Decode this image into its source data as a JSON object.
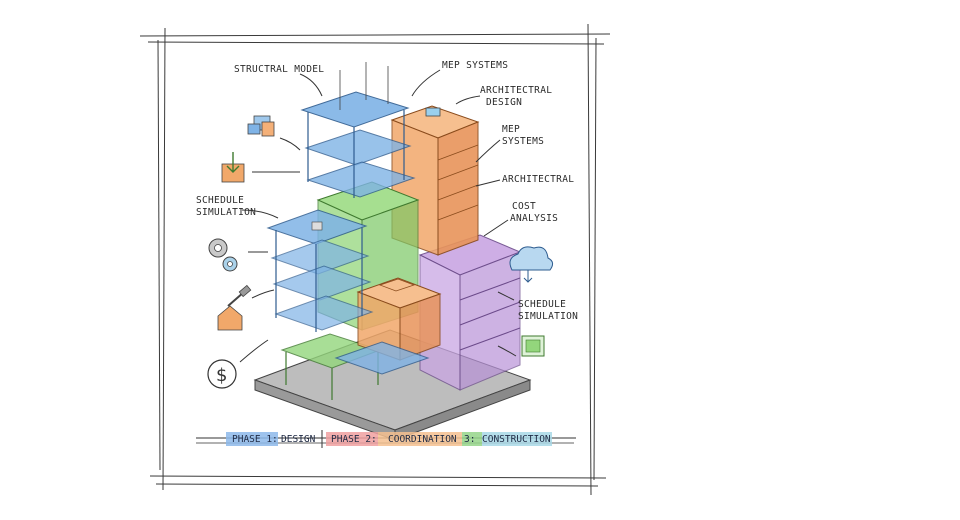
{
  "labels": {
    "structural_model": "STRUCTRAL MODEL",
    "mep_top": "MEP SYSTEMS",
    "architectural_design_1": "ARCHITECTRAL",
    "architectural_design_2": "DESIGN",
    "mep_right_1": "MEP",
    "mep_right_2": "SYSTEMS",
    "architectural": "ARCHITECTRAL",
    "cost_1": "COST",
    "cost_2": "ANALYSIS",
    "schedule_left_1": "SCHEDULE",
    "schedule_left_2": "SIMULATION",
    "schedule_right_1": "SCHEDULE",
    "schedule_right_2": "SIMULATION"
  },
  "legend": {
    "phase1": "PHASE 1:",
    "design": "DESIGN",
    "phase2": "PHASE 2:",
    "coordination": "COORDINATION",
    "phase3": "3:",
    "construction": "CONSTRUCTION"
  },
  "colors": {
    "blue": "#7fb3e6",
    "green": "#93d67c",
    "orange": "#f1a86a",
    "purple": "#c9a6e3",
    "phase1": "#8db9ea",
    "phase2": "#f0a0a0",
    "coord": "#f4c08f",
    "phase3": "#95d58a",
    "construction": "#a8d8e6"
  },
  "icons": [
    "puzzle-icon",
    "download-box-icon",
    "gears-icon",
    "hammer-house-icon",
    "dollar-icon",
    "cloud-sync-icon",
    "document-icon"
  ]
}
